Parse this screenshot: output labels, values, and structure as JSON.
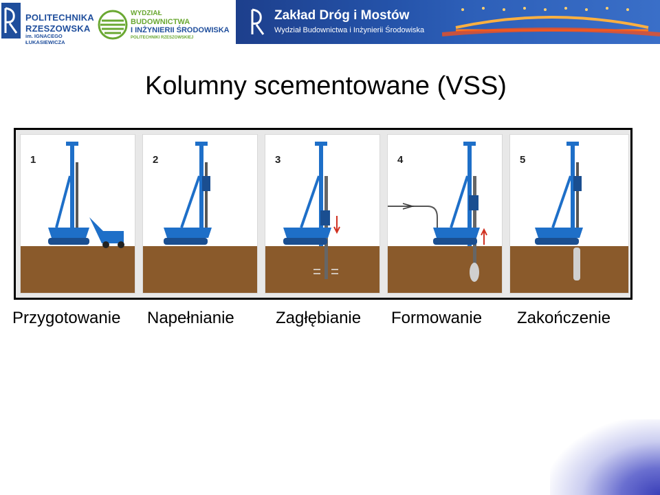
{
  "header": {
    "university_name_1": "POLITECHNIKA",
    "university_name_2": "RZESZOWSKA",
    "university_patron": "im. IGNACEGO ŁUKASIEWICZA",
    "faculty_line_1": "WYDZIAŁ",
    "faculty_line_2": "BUDOWNICTWA",
    "faculty_line_3": "I INŻYNIERII ŚRODOWISKA",
    "faculty_line_4": "POLITECHNIKI RZESZOWSKIEJ",
    "banner_title": "Zakład Dróg i Mostów",
    "banner_subtitle": "Wydział Budownictwa i Inżynierii Środowiska",
    "colors": {
      "navy": "#1f4e9c",
      "green": "#6aa832"
    }
  },
  "slide": {
    "title": "Kolumny scementowane (VSS)"
  },
  "diagram": {
    "panels": [
      {
        "number": "1",
        "label": "Przygotowanie"
      },
      {
        "number": "2",
        "label": "Napełnianie"
      },
      {
        "number": "3",
        "label": "Zagłębianie"
      },
      {
        "number": "4",
        "label": "Formowanie"
      },
      {
        "number": "5",
        "label": "Zakończenie"
      }
    ],
    "colors": {
      "soil": "#8a5a2b",
      "machine": "#1e6fc8",
      "arrow": "#d03020"
    }
  }
}
